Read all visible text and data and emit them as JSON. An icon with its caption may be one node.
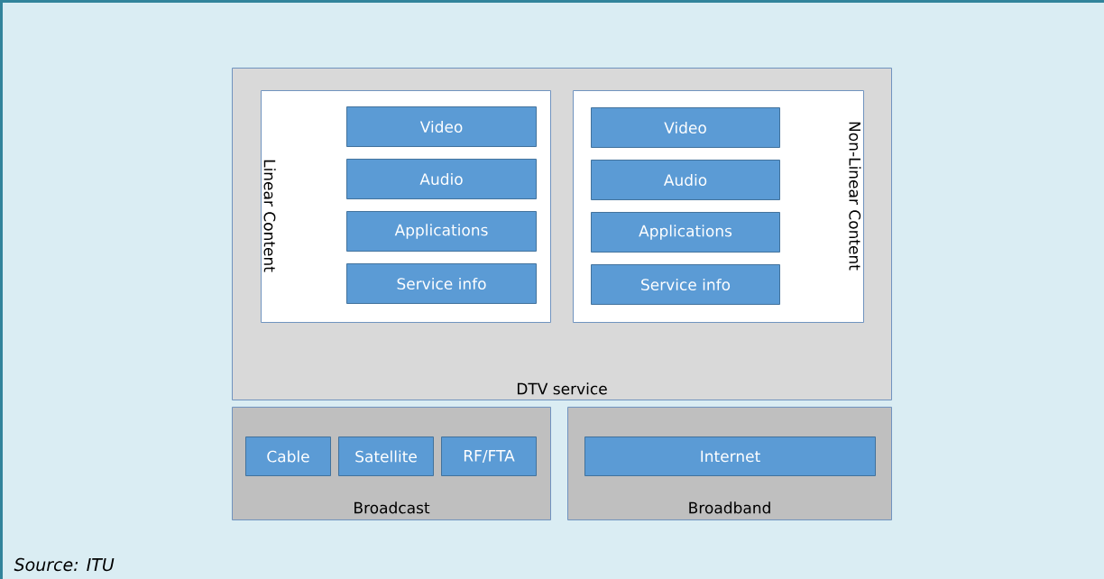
{
  "diagram": {
    "nodes": [
      {
        "text": [
          "DTV service"
        ]
      },
      {
        "text": [
          "Linear Content"
        ],
        "in": 0
      },
      {
        "text": [
          "Video"
        ],
        "in": 1
      },
      {
        "text": [
          "Audio"
        ],
        "in": 1
      },
      {
        "text": [
          "Applications"
        ],
        "in": 1
      },
      {
        "text": [
          "Service info"
        ],
        "in": 1
      },
      {
        "text": [
          "Non-Linear Content"
        ],
        "in": 0
      },
      {
        "text": [
          "Video"
        ],
        "in": 6
      },
      {
        "text": [
          "Audio"
        ],
        "in": 6
      },
      {
        "text": [
          "Applications"
        ],
        "in": 6
      },
      {
        "text": [
          "Service info"
        ],
        "in": 6
      },
      {
        "text": [
          "Broadcast"
        ]
      },
      {
        "text": [
          "Cable"
        ],
        "in": 11
      },
      {
        "text": [
          "Satellite"
        ],
        "in": 11
      },
      {
        "text": [
          "RF/FTA"
        ],
        "in": 11
      },
      {
        "text": [
          "Broadband"
        ]
      },
      {
        "text": [
          "Internet"
        ],
        "in": 15
      }
    ],
    "labels": [
      "Source: ITU"
    ]
  }
}
